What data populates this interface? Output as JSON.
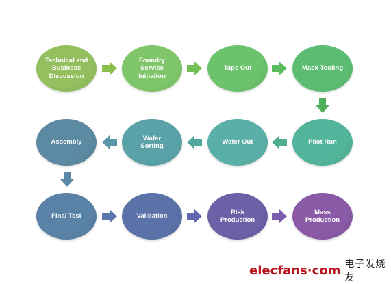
{
  "nodes": [
    {
      "label": "Technical and\nBusiness\nDiscussion",
      "color": "#93bf5f"
    },
    {
      "label": "Foundry\nService\nInitiation",
      "color": "#7fc66a"
    },
    {
      "label": "Tape Out",
      "color": "#6cc36c"
    },
    {
      "label": "Mask Tooling",
      "color": "#5cbd72"
    },
    {
      "label": "Pilot Run",
      "color": "#52b49a"
    },
    {
      "label": "Wafer Out",
      "color": "#5ab0a8"
    },
    {
      "label": "Wafer\nSorting",
      "color": "#5aa2a8"
    },
    {
      "label": "Assembly",
      "color": "#5c8aa2"
    },
    {
      "label": "Final Test",
      "color": "#5a82a6"
    },
    {
      "label": "Validation",
      "color": "#5a72a8"
    },
    {
      "label": "Risk\nProduction",
      "color": "#6c60a6"
    },
    {
      "label": "Mass\nProduction",
      "color": "#8a5aa6"
    }
  ],
  "arrows": [
    {
      "color": "#8cc04e",
      "dir": "right"
    },
    {
      "color": "#71bf55",
      "dir": "right"
    },
    {
      "color": "#5cbb5e",
      "dir": "right"
    },
    {
      "color": "#4eb15a",
      "dir": "down"
    },
    {
      "color": "#4fae8a",
      "dir": "left"
    },
    {
      "color": "#55a8a2",
      "dir": "left"
    },
    {
      "color": "#5b97a6",
      "dir": "left"
    },
    {
      "color": "#5a86a8",
      "dir": "down"
    },
    {
      "color": "#5a78ac",
      "dir": "right"
    },
    {
      "color": "#6166ad",
      "dir": "right"
    },
    {
      "color": "#7b5cad",
      "dir": "right"
    }
  ],
  "watermark": {
    "logo_part1": "elecfans",
    "logo_part2": "·com",
    "chinese": "电子发烧友"
  }
}
